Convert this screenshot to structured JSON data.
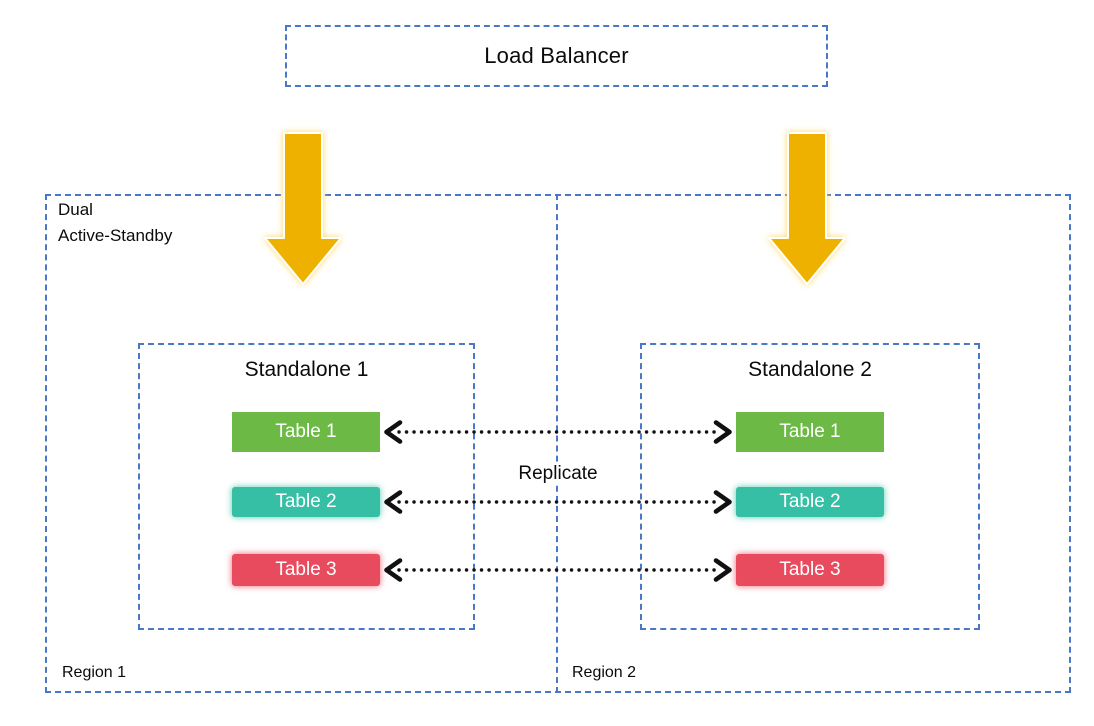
{
  "load_balancer": {
    "label": "Load Balancer"
  },
  "cluster": {
    "label_line1": "Dual",
    "label_line2": "Active-Standby"
  },
  "regions": [
    {
      "label": "Region 1",
      "standalone": {
        "title": "Standalone 1",
        "tables": [
          {
            "label": "Table 1",
            "color": "#6cba45"
          },
          {
            "label": "Table 2",
            "color": "#36bfa5"
          },
          {
            "label": "Table 3",
            "color": "#e84b5e"
          }
        ]
      }
    },
    {
      "label": "Region 2",
      "standalone": {
        "title": "Standalone 2",
        "tables": [
          {
            "label": "Table 1",
            "color": "#6cba45"
          },
          {
            "label": "Table 2",
            "color": "#36bfa5"
          },
          {
            "label": "Table 3",
            "color": "#e84b5e"
          }
        ]
      }
    }
  ],
  "replication": {
    "label": "Replicate"
  },
  "colors": {
    "dashed_border_blue": "#4a78c8",
    "flow_arrow_gold": "#efb104",
    "flow_arrow_glow": "#ffd65e",
    "connector_black": "#111111",
    "chip_text_white": "#ffffff"
  }
}
